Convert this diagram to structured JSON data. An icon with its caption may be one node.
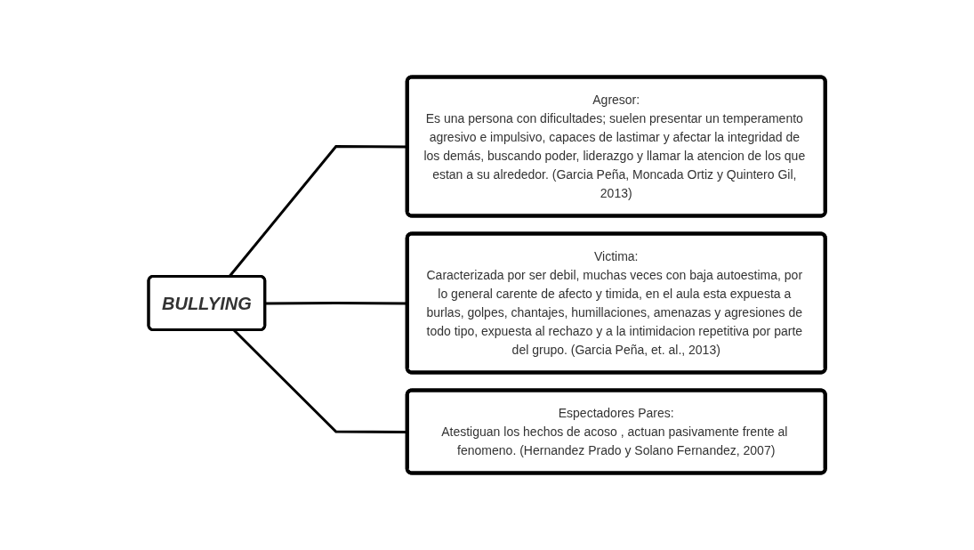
{
  "diagram": {
    "nodes": [
      {
        "text": [
          "BULLYING"
        ]
      },
      {
        "text": [
          "Agresor:",
          "Es una persona con dificultades; suelen presentar un temperamento agresivo e impulsivo, capaces de lastimar y afectar la integridad de los demás, buscando poder, liderazgo y llamar la atencion de los que estan a su alrededor. (Garcia Peña, Moncada Ortiz y Quintero Gil, 2013)"
        ]
      },
      {
        "text": [
          "Victima:",
          "Caracterizada por ser debil, muchas veces con baja autoestima, por lo general carente de afecto y timida, en el aula esta expuesta a burlas, golpes, chantajes, humillaciones, amenazas y agresiones de todo tipo, expuesta al rechazo y a la intimidacion repetitiva por parte del grupo. (Garcia Peña, et. al., 2013)"
        ]
      },
      {
        "text": [
          "Espectadores Pares:",
          "Atestiguan los hechos de acoso , actuan pasivamente frente al fenomeno. (Hernandez Prado y Solano Fernandez, 2007)"
        ]
      }
    ],
    "edges": [
      {
        "from": 0,
        "to": 1,
        "arrow": "none"
      },
      {
        "from": 0,
        "to": 2,
        "arrow": "none"
      },
      {
        "from": 0,
        "to": 3,
        "arrow": "none"
      }
    ]
  }
}
